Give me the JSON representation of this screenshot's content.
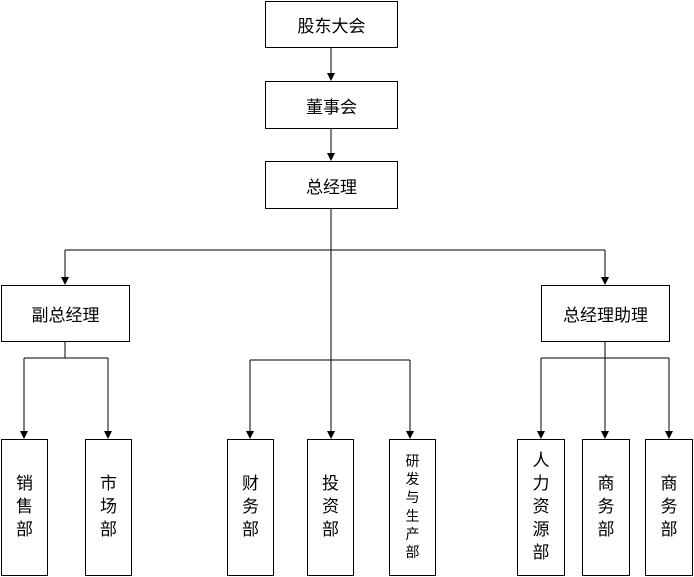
{
  "org": {
    "shareholders": "股东大会",
    "board": "董事会",
    "gm": "总经理",
    "deputy_gm": "副总经理",
    "gm_assistant": "总经理助理",
    "sales": "销售部",
    "market": "市场部",
    "finance": "财务部",
    "investment": "投资部",
    "rnd_production": "研发与生产部",
    "hr": "人力资源部",
    "business_1": "商务部",
    "business_2": "商务部"
  },
  "colors": {
    "line": "#000000",
    "box_border": "#000000",
    "background": "#ffffff"
  }
}
